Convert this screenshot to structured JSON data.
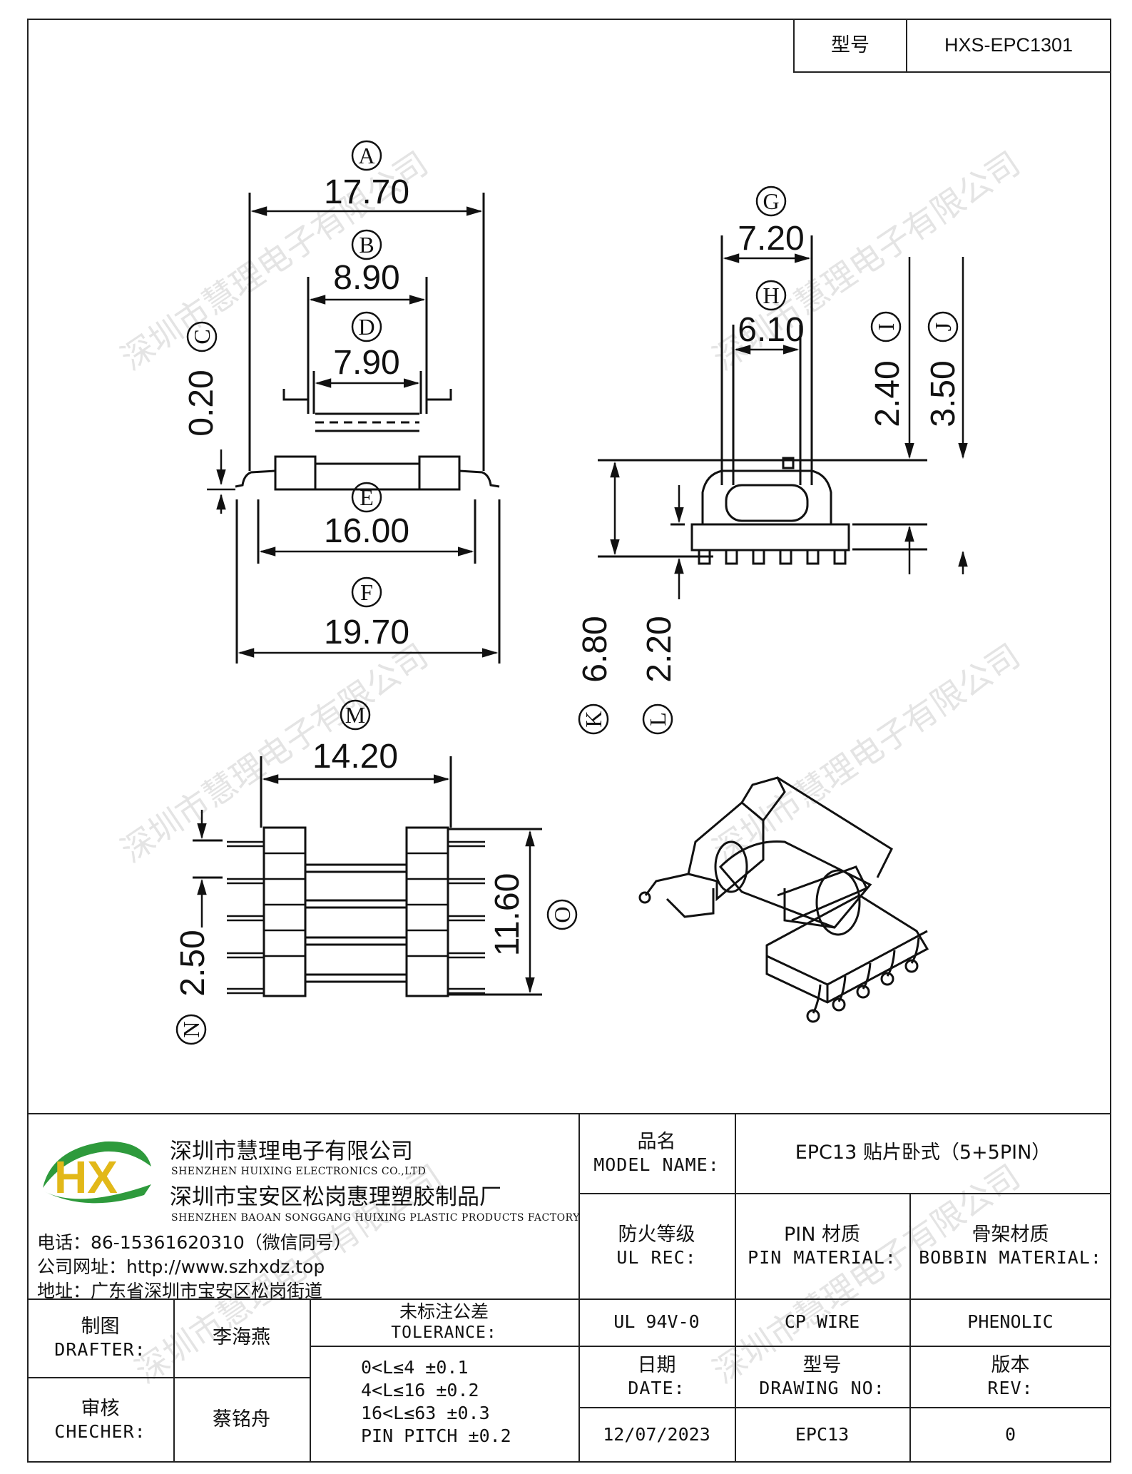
{
  "header": {
    "model_label": "型号",
    "model_value": "HXS-EPC1301"
  },
  "watermark": "深圳市慧理电子有限公司",
  "dimensions": {
    "A": {
      "letter": "A",
      "value": "17.70"
    },
    "B": {
      "letter": "B",
      "value": "8.90"
    },
    "C": {
      "letter": "C",
      "value": "0.20"
    },
    "D": {
      "letter": "D",
      "value": "7.90"
    },
    "E": {
      "letter": "E",
      "value": "16.00"
    },
    "F": {
      "letter": "F",
      "value": "19.70"
    },
    "G": {
      "letter": "G",
      "value": "7.20"
    },
    "H": {
      "letter": "H",
      "value": "6.10"
    },
    "I": {
      "letter": "I",
      "value": "2.40"
    },
    "J": {
      "letter": "J",
      "value": "3.50"
    },
    "K": {
      "letter": "K",
      "value": "6.80"
    },
    "L": {
      "letter": "L",
      "value": "2.20"
    },
    "M": {
      "letter": "M",
      "value": "14.20"
    },
    "N": {
      "letter": "N",
      "value": "2.50"
    },
    "O": {
      "letter": "O",
      "value": "11.60"
    }
  },
  "company": {
    "logo_text": "HX",
    "name_cn_1": "深圳市慧理电子有限公司",
    "name_en_1": "SHENZHEN HUIXING ELECTRONICS CO.,LTD",
    "name_cn_2": "深圳市宝安区松岗惠理塑胶制品厂",
    "name_en_2": "SHENZHEN BAOAN SONGGANG HUIXING PLASTIC PRODUCTS FACTORY",
    "phone": "电话：86-15361620310（微信同号）",
    "website": "公司网址：http://www.szhxdz.top",
    "address": "地址：广东省深圳市宝安区松岗街道"
  },
  "title_block": {
    "model_name_cn": "品名",
    "model_name_en": "MODEL NAME:",
    "model_name_value": "EPC13 贴片卧式（5+5PIN）",
    "ul_rec_cn": "防火等级",
    "ul_rec_en": "UL REC:",
    "pin_material_cn": "PIN 材质",
    "pin_material_en": "PIN MATERIAL:",
    "bobbin_material_cn": "骨架材质",
    "bobbin_material_en": "BOBBIN MATERIAL:",
    "ul_value": "UL 94V-0",
    "pin_value": "CP WIRE",
    "bobbin_value": "PHENOLIC",
    "drafter_cn": "制图",
    "drafter_en": "DRAFTER:",
    "drafter_name": "李海燕",
    "checker_cn": "审核",
    "checker_en": "CHECHER:",
    "checker_name": "蔡铭舟",
    "tolerance_cn": "未标注公差",
    "tolerance_en": "TOLERANCE:",
    "tolerances": [
      "0<L≤4  ±0.1",
      "4<L≤16 ±0.2",
      "16<L≤63 ±0.3",
      "PIN PITCH ±0.2"
    ],
    "date_cn": "日期",
    "date_en": "DATE:",
    "date_value": "12/07/2023",
    "drawing_no_cn": "型号",
    "drawing_no_en": "DRAWING NO:",
    "drawing_no_value": "EPC13",
    "rev_cn": "版本",
    "rev_en": "REV:",
    "rev_value": "0"
  }
}
